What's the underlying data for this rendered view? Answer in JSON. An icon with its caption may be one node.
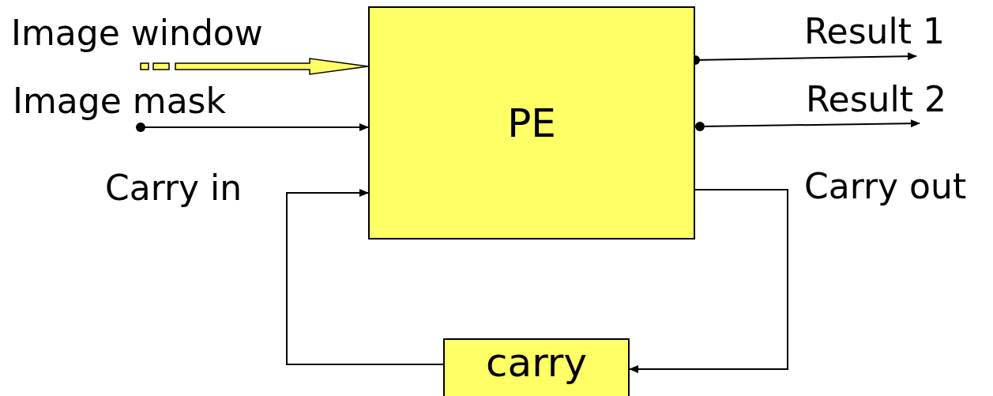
{
  "diagram": {
    "nodes": [
      {
        "text": [
          "PE"
        ]
      },
      {
        "text": [
          "carry"
        ]
      },
      {
        "text": [
          "Image window"
        ]
      },
      {
        "text": [
          "Image mask"
        ]
      },
      {
        "text": [
          "Result 1"
        ]
      },
      {
        "text": [
          "Result 2"
        ]
      }
    ],
    "edges": [
      {
        "from": 2,
        "to": 0,
        "arrow": "to",
        "style": "thick",
        "color": "#ffff66"
      },
      {
        "from": 3,
        "to": 0,
        "arrow": "to"
      },
      {
        "from": 0,
        "to": 4,
        "arrow": "to"
      },
      {
        "from": 0,
        "to": 5,
        "arrow": "to"
      },
      {
        "from": 0,
        "to": 1,
        "arrow": "to"
      },
      {
        "from": 1,
        "to": 0,
        "arrow": "to"
      }
    ],
    "labels": [
      "Carry in",
      "Carry out"
    ]
  }
}
